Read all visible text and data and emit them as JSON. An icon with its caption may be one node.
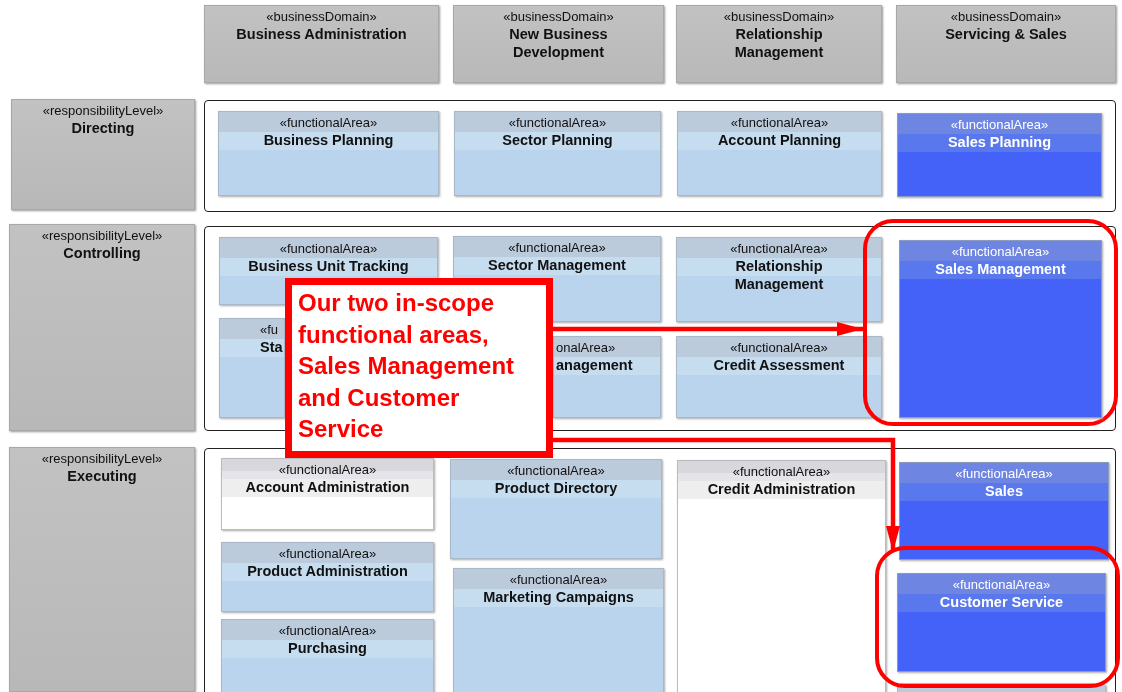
{
  "diagram": {
    "nodes": [
      {
        "text": [
          "«businessDomain»",
          "Business Administration"
        ]
      },
      {
        "text": [
          "«businessDomain»",
          "New Business Development"
        ]
      },
      {
        "text": [
          "«businessDomain»",
          "Relationship Management"
        ]
      },
      {
        "text": [
          "«businessDomain»",
          "Servicing & Sales"
        ]
      },
      {
        "text": [
          "«responsibilityLevel»",
          "Directing"
        ]
      },
      {
        "text": [],
        "shape": "box"
      },
      {
        "text": [
          "«functionalArea»",
          "Business Planning"
        ],
        "in": 5
      },
      {
        "text": [
          "«functionalArea»",
          "Sector Planning"
        ],
        "in": 5
      },
      {
        "text": [
          "«functionalArea»",
          "Account Planning"
        ],
        "in": 5
      },
      {
        "text": [
          "«functionalArea»",
          "Sales Planning"
        ],
        "in": 5
      },
      {
        "text": [
          "«responsibilityLevel»",
          "Controlling"
        ]
      },
      {
        "text": [],
        "shape": "box"
      },
      {
        "text": [
          "«functionalArea»",
          "Business Unit Tracking"
        ],
        "in": 11
      },
      {
        "text": [
          "«functionalArea»",
          "Sector Management"
        ],
        "in": 11
      },
      {
        "text": [
          "«functionalArea»",
          "Relationship Management"
        ],
        "in": 11
      },
      {
        "text": [
          "«functionalArea»",
          "Sales Management"
        ],
        "in": 31
      },
      {
        "text": [
          "«fu",
          "Sta"
        ],
        "in": 11
      },
      {
        "text": [
          "onalArea»",
          "anagement"
        ],
        "in": 11
      },
      {
        "text": [
          "«functionalArea»",
          "Credit Assessment"
        ],
        "in": 11
      },
      {
        "text": [
          "«responsibilityLevel»",
          "Executing"
        ]
      },
      {
        "text": [],
        "shape": "box"
      },
      {
        "text": [
          "«functionalArea»",
          "Account Administration"
        ],
        "in": 20
      },
      {
        "text": [
          "«functionalArea»",
          "Product Directory"
        ],
        "in": 20
      },
      {
        "text": [
          "«functionalArea»",
          "Credit Administration"
        ],
        "in": 20
      },
      {
        "text": [
          "«functionalArea»",
          "Sales"
        ],
        "in": 20
      },
      {
        "text": [
          "«functionalArea»",
          "Product Administration"
        ],
        "in": 20
      },
      {
        "text": [
          "«functionalArea»",
          "Marketing Campaigns"
        ],
        "in": 20
      },
      {
        "text": [
          "«functionalArea»",
          "Customer Service"
        ],
        "in": 32
      },
      {
        "text": [
          "«functionalArea»",
          "Purchasing"
        ],
        "in": 20
      },
      {
        "text": [],
        "shape": "box",
        "in": 20
      },
      {
        "text": [
          "Our two in-scope functional areas, Sales Management and Customer Service"
        ]
      },
      {
        "text": [],
        "shape": "box",
        "in": 11
      },
      {
        "text": [],
        "shape": "box",
        "in": 20
      }
    ],
    "edges": [
      {
        "from": 30,
        "to": 31,
        "arrow": "to"
      },
      {
        "from": 30,
        "to": 32,
        "arrow": "to"
      }
    ]
  }
}
